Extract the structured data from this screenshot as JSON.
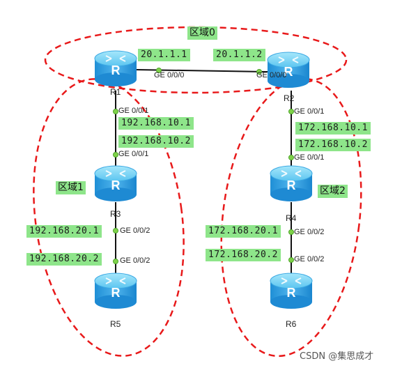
{
  "areas": {
    "area0": "区域0",
    "area1": "区域1",
    "area2": "区域2"
  },
  "routers": {
    "r1": "R1",
    "r2": "R2",
    "r3": "R3",
    "r4": "R4",
    "r5": "R5",
    "r6": "R6"
  },
  "ip_labels": {
    "r1_ge000": "20.1.1.1",
    "r2_ge000": "20.1.1.2",
    "r1_ge001": "192.168.10.1",
    "r3_ge001": "192.168.10.2",
    "r2_ge001": "172.168.10.1",
    "r4_ge001": "172.168.10.2",
    "r3_ge002": "192.168.20.1",
    "r5_ge002": "192.168.20.2",
    "r4_ge002": "172.168.20.1",
    "r6_ge002": "172.168.20.2"
  },
  "ports": {
    "r1_ge000": "GE 0/0/0",
    "r2_ge000": "GE 0/0/0",
    "r1_ge001": "GE 0/0/1",
    "r3_ge001": "GE 0/0/1",
    "r2_ge001": "GE 0/0/1",
    "r4_ge001": "GE 0/0/1",
    "r3_ge002": "GE 0/0/2",
    "r5_ge002": "GE 0/0/2",
    "r4_ge002": "GE 0/0/2",
    "r6_ge002": "GE 0/0/2"
  },
  "watermark": "CSDN @集思成才",
  "colors": {
    "area_boundary": "#e8191a",
    "label_bg": "#8ee58a",
    "link": "#111111",
    "port_dot": "#7fd14a",
    "router_top": "#7fd6f5",
    "router_body": "#2f9fe0"
  },
  "icons": {
    "router": "router-icon"
  }
}
